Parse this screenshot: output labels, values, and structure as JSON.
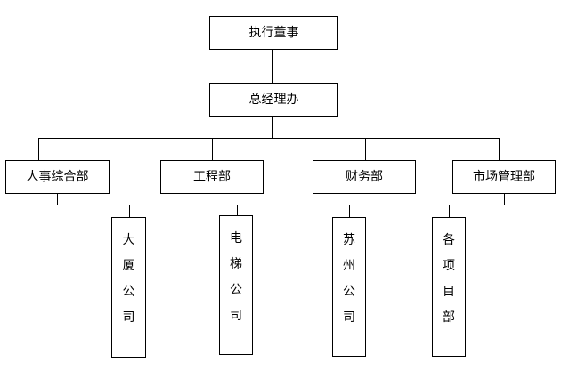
{
  "org_chart": {
    "top": "执行董事",
    "office": "总经理办",
    "departments": [
      "人事综合部",
      "工程部",
      "财务部",
      "市场管理部"
    ],
    "units": [
      "大厦公司",
      "电梯公司",
      "苏州公司",
      "各项目部"
    ]
  }
}
